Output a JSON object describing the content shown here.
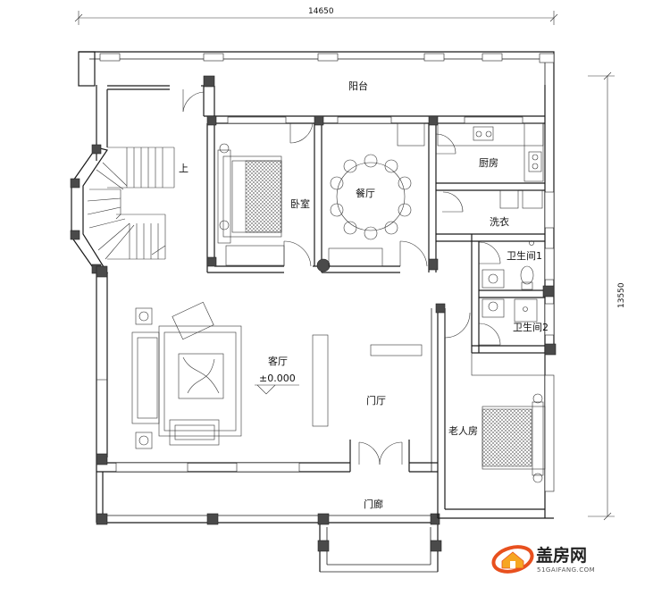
{
  "dimensions": {
    "width_label": "14650",
    "height_label": "13550"
  },
  "rooms": {
    "balcony": "阳台",
    "bedroom": "卧室",
    "dining": "餐厅",
    "kitchen": "厨房",
    "laundry": "洗衣",
    "bath1": "卫生间1",
    "bath2": "卫生间2",
    "living": "客厅",
    "elevation": "±0.000",
    "foyer": "门厅",
    "elder_room": "老人房",
    "porch": "门廊",
    "stair_up": "上"
  },
  "logo": {
    "name": "盖房网",
    "url_text": "51GAIFANG.COM",
    "accent": "#e8501e"
  }
}
